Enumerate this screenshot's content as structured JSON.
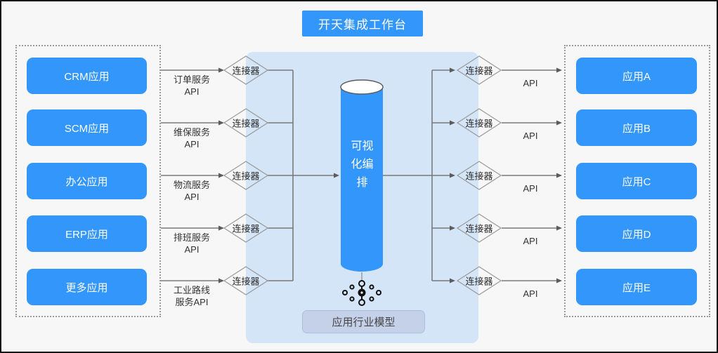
{
  "title": "开天集成工作台",
  "left_apps": [
    "CRM应用",
    "SCM应用",
    "办公应用",
    "ERP应用",
    "更多应用"
  ],
  "right_apps": [
    "应用A",
    "应用B",
    "应用C",
    "应用D",
    "应用E"
  ],
  "services": [
    {
      "line1": "订单服务",
      "line2": "API"
    },
    {
      "line1": "维保服务",
      "line2": "API"
    },
    {
      "line1": "物流服务",
      "line2": "API"
    },
    {
      "line1": "排班服务",
      "line2": "API"
    },
    {
      "line1": "工业路线",
      "line2": "服务API"
    }
  ],
  "connector_label": "连接器",
  "right_api_labels": [
    "API",
    "API",
    "API",
    "API",
    "API"
  ],
  "center": {
    "cylinder_label": "可视化编排",
    "model_label": "应用行业模型"
  },
  "icons": {
    "model": "network-nodes-icon"
  },
  "colors": {
    "accent": "#3296fa",
    "panel": "#d4e5f8",
    "model_bg": "#c5d0e9",
    "model_border": "#afbddc",
    "line": "#7a7a7a",
    "background": "#f7f7f8"
  }
}
